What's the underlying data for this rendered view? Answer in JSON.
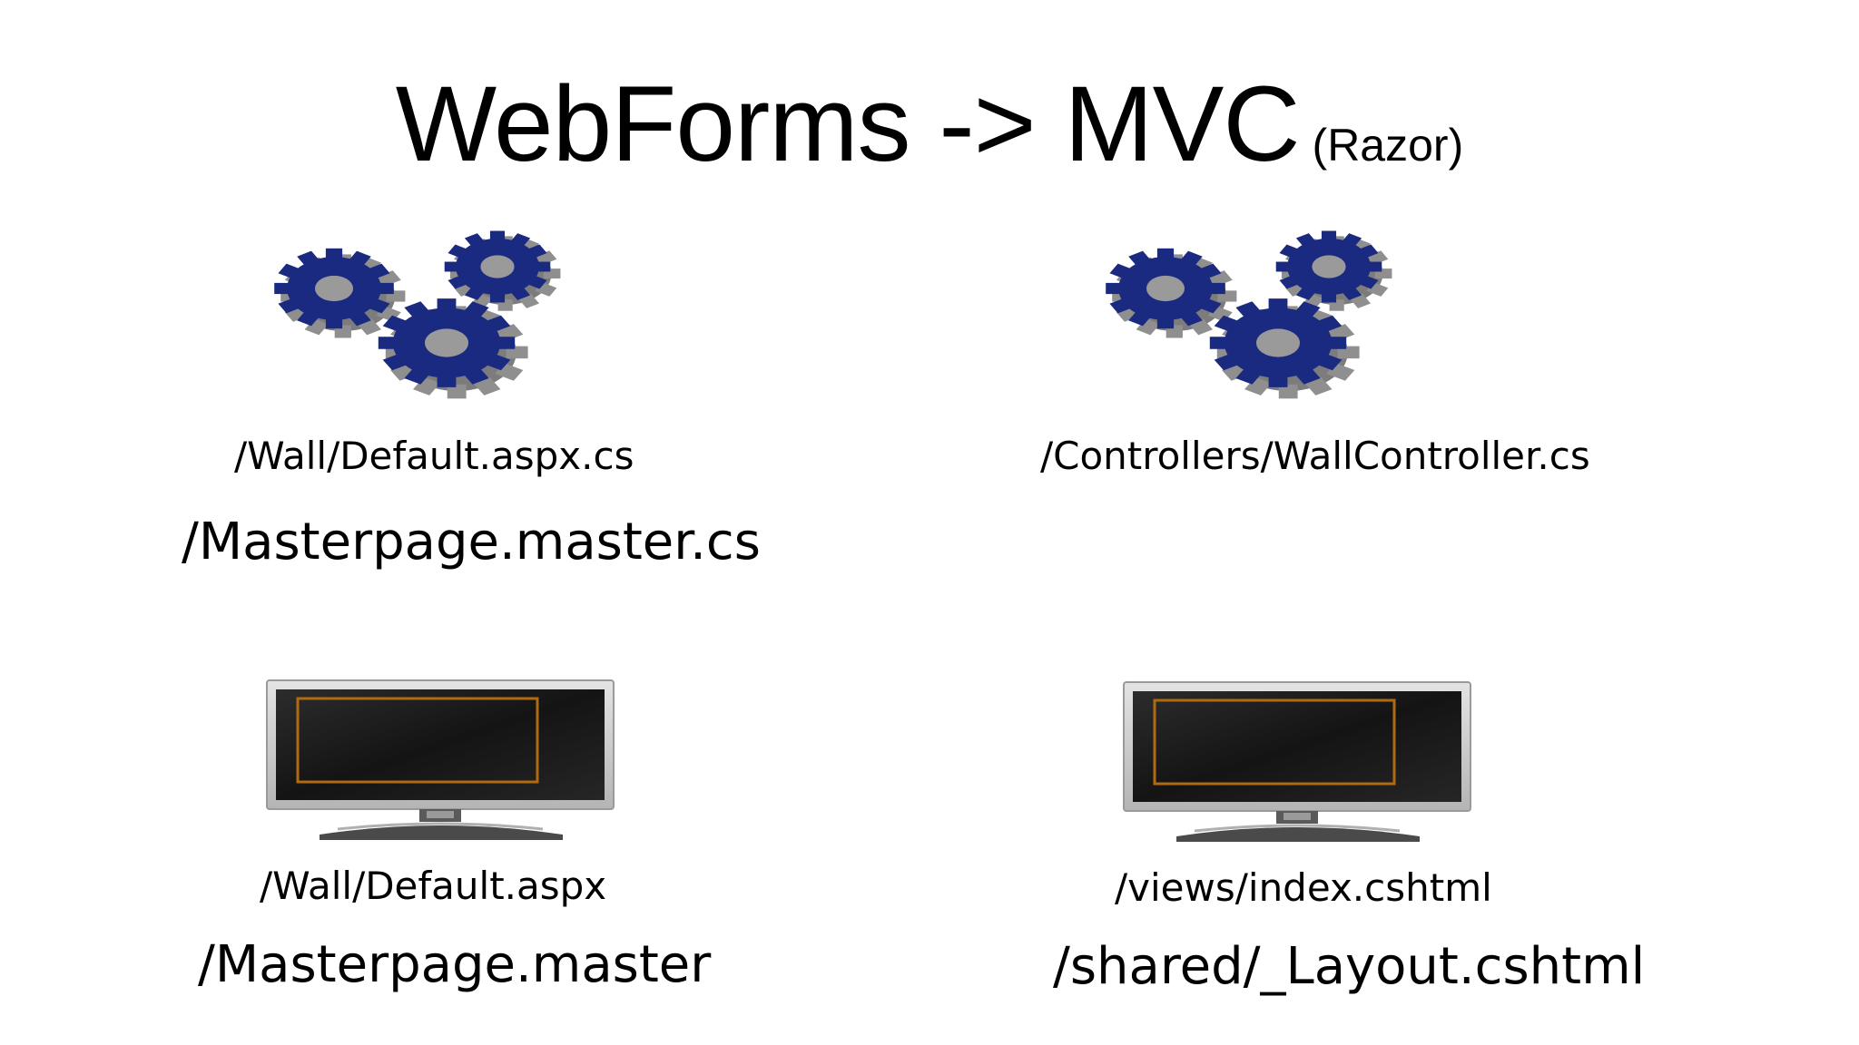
{
  "slide": {
    "title": "WebForms -> MVC",
    "title_suffix": "(Razor)"
  },
  "webforms": {
    "code_file": "/Wall/Default.aspx.cs",
    "master_code_file": "/Masterpage.master.cs",
    "view_file": "/Wall/Default.aspx",
    "master_file": "/Masterpage.master",
    "code_icon": "gears-icon",
    "view_icon": "monitor-icon"
  },
  "mvc": {
    "controller_file": "/Controllers/WallController.cs",
    "view_file": "/views/index.cshtml",
    "layout_file": "/shared/_Layout.cshtml",
    "code_icon": "gears-icon",
    "view_icon": "monitor-icon"
  },
  "colors": {
    "gear_blue": "#1a2a80",
    "gear_side": "#8a8a8a",
    "monitor_frame": "#c8c8c8",
    "monitor_screen": "#1e1e1e",
    "monitor_accent": "#b06a10"
  }
}
